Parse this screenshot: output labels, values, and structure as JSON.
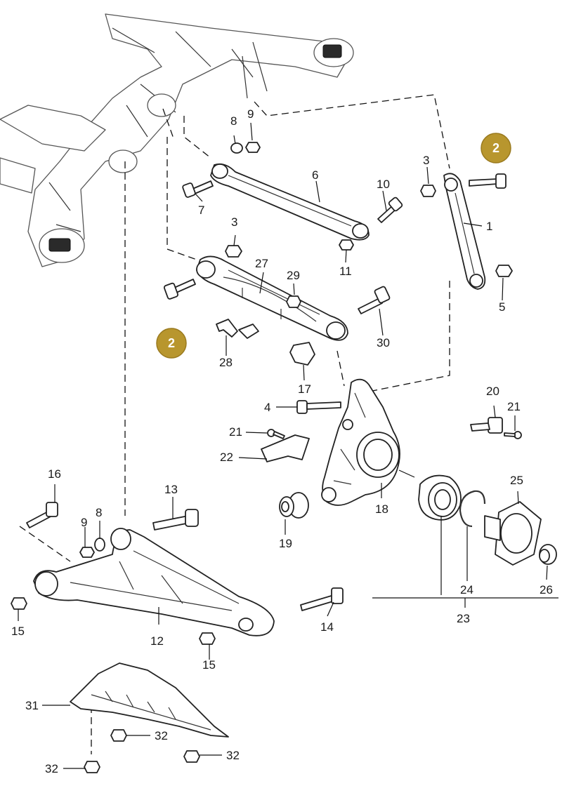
{
  "callouts": {
    "c1": "1",
    "c2a": "2",
    "c2b": "2",
    "c3a": "3",
    "c3b": "3",
    "c4": "4",
    "c5": "5",
    "c6": "6",
    "c7": "7",
    "c8a": "8",
    "c8b": "8",
    "c9a": "9",
    "c9b": "9",
    "c10": "10",
    "c11": "11",
    "c12": "12",
    "c13": "13",
    "c14": "14",
    "c15a": "15",
    "c15b": "15",
    "c16": "16",
    "c17": "17",
    "c18": "18",
    "c19": "19",
    "c20": "20",
    "c21a": "21",
    "c21b": "21",
    "c22": "22",
    "c23": "23",
    "c24": "24",
    "c25": "25",
    "c26": "26",
    "c27": "27",
    "c28": "28",
    "c29": "29",
    "c30": "30",
    "c31": "31",
    "c32a": "32",
    "c32b": "32",
    "c32c": "32"
  },
  "colors": {
    "badge": "#b8962e",
    "badge_border": "#9a7a1f",
    "line": "#222222",
    "background": "#ffffff"
  }
}
